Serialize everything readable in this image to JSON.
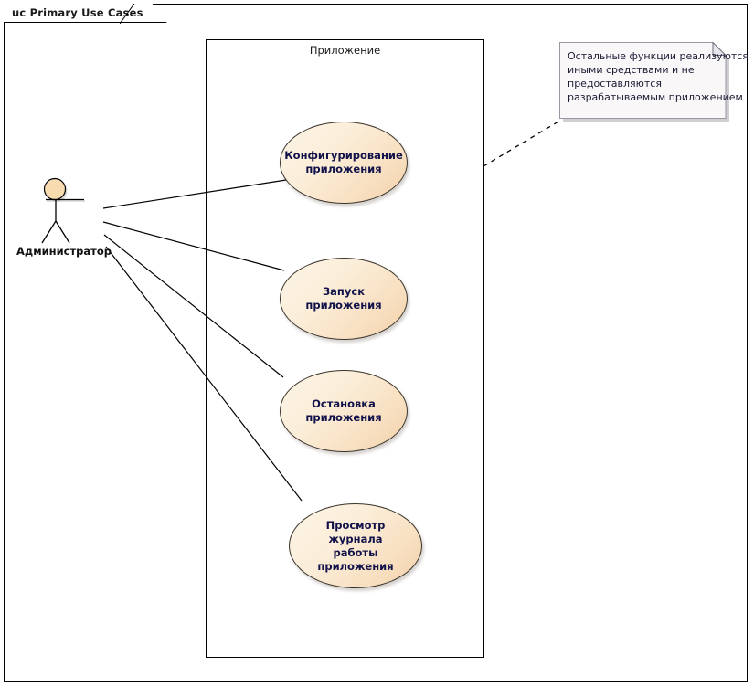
{
  "frame": {
    "tab_label": "uc Primary Use Cases",
    "border_color": "#000000"
  },
  "boundary": {
    "label": "Приложение",
    "border_color": "#000000"
  },
  "actor": {
    "name": "Администратор",
    "head_fill": "#f8dcb0",
    "stroke": "#000000"
  },
  "use_cases": [
    {
      "id": "uc-configure",
      "label_line1": "Конфигурирование",
      "label_line2": "приложения",
      "fill": "#fbeed9"
    },
    {
      "id": "uc-start",
      "label_line1": "Запуск приложения",
      "label_line2": "",
      "fill": "#fbeed9"
    },
    {
      "id": "uc-stop",
      "label_line1": "Остановка",
      "label_line2": "приложения",
      "fill": "#fbeed9"
    },
    {
      "id": "uc-viewlog",
      "label_line1": "Просмотр журнала",
      "label_line2": "работы приложения",
      "fill": "#fbeed9"
    }
  ],
  "note": {
    "line1": "Остальные функции реализуются",
    "line2": "иными средствами и не",
    "line3": "предоставляются",
    "line4": "разрабатываемым приложением",
    "fill": "#faf7f9",
    "border_color": "#9a96a2"
  },
  "chart_data": {
    "type": "diagram",
    "diagram_type": "uml-use-case",
    "title": "uc Primary Use Cases",
    "actors": [
      "Администратор"
    ],
    "system_boundary": "Приложение",
    "use_cases": [
      "Конфигурирование приложения",
      "Запуск приложения",
      "Остановка приложения",
      "Просмотр журнала работы приложения"
    ],
    "associations": [
      {
        "from": "Администратор",
        "to": "Конфигурирование приложения",
        "type": "association"
      },
      {
        "from": "Администратор",
        "to": "Запуск приложения",
        "type": "association"
      },
      {
        "from": "Администратор",
        "to": "Остановка приложения",
        "type": "association"
      },
      {
        "from": "Администратор",
        "to": "Просмотр журнала работы приложения",
        "type": "association"
      }
    ],
    "notes": [
      {
        "text": "Остальные функции реализуются иными средствами и не предоставляются разрабатываемым приложением",
        "anchored_to": "Приложение",
        "link": "dashed"
      }
    ]
  }
}
